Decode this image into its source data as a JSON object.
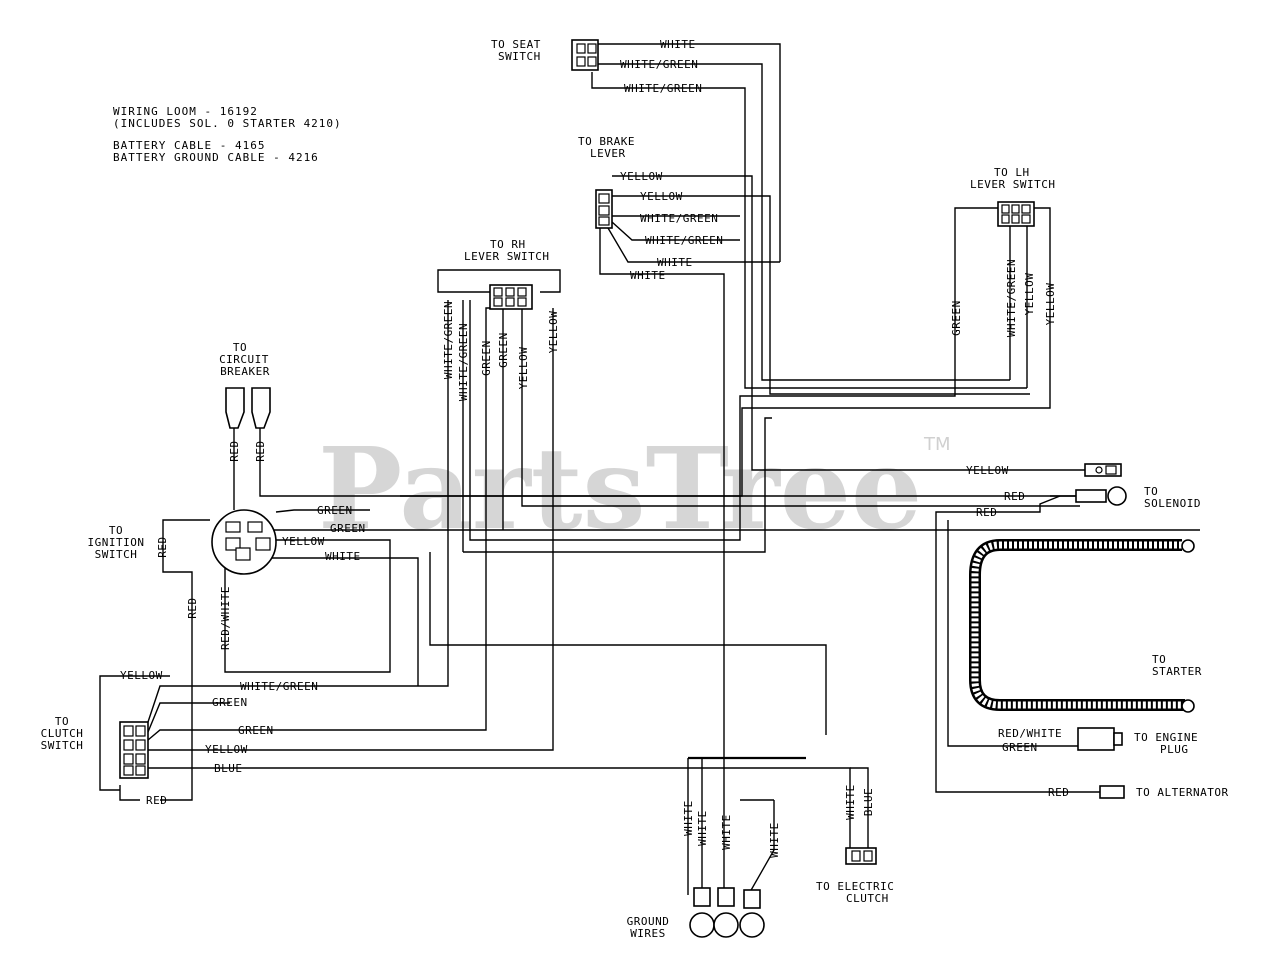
{
  "watermark": {
    "text": "PartsTree",
    "trademark": "TM"
  },
  "notes": [
    "WIRING LOOM - 16192",
    "(INCLUDES SOL. 0 STARTER 4210)",
    "BATTERY CABLE - 4165",
    "BATTERY GROUND CABLE - 4216"
  ],
  "components": {
    "seat_switch": [
      "TO SEAT",
      "SWITCH"
    ],
    "brake_lever": [
      "TO BRAKE",
      "LEVER"
    ],
    "lh_lever_switch": [
      "TO LH",
      "LEVER SWITCH"
    ],
    "rh_lever_switch": [
      "TO RH",
      "LEVER SWITCH"
    ],
    "circuit_breaker": [
      "TO",
      "CIRCUIT",
      "BREAKER"
    ],
    "ignition_switch": [
      "TO",
      "IGNITION",
      "SWITCH"
    ],
    "clutch_switch": [
      "TO",
      "CLUTCH",
      "SWITCH"
    ],
    "solenoid": [
      "TO",
      "SOLENOID"
    ],
    "starter": [
      "TO",
      "STARTER"
    ],
    "engine_plug": [
      "TO ENGINE",
      "PLUG"
    ],
    "alternator": "TO ALTERNATOR",
    "electric_clutch": [
      "TO ELECTRIC",
      "CLUTCH"
    ],
    "ground_wires": [
      "GROUND",
      "WIRES"
    ]
  },
  "wire_labels": {
    "seat_white": "WHITE",
    "seat_white_green_1": "WHITE/GREEN",
    "seat_white_green_2": "WHITE/GREEN",
    "brake_yellow_1": "YELLOW",
    "brake_yellow_2": "YELLOW",
    "brake_white_green_1": "WHITE/GREEN",
    "brake_white_green_2": "WHITE/GREEN",
    "brake_white_1": "WHITE",
    "brake_white_2": "WHITE",
    "lh_green": "GREEN",
    "lh_white_green": "WHITE/GREEN",
    "lh_yellow_1": "YELLOW",
    "lh_yellow_2": "YELLOW",
    "rh_white_green_1": "WHITE/GREEN",
    "rh_white_green_2": "WHITE/GREEN",
    "rh_green": "GREEN",
    "rh_green_2": "GREEN",
    "rh_yellow_1": "YELLOW",
    "rh_yellow_2": "YELLOW",
    "cb_red_1": "RED",
    "cb_red_2": "RED",
    "ign_green_1": "GREEN",
    "ign_green_2": "GREEN",
    "ign_yellow": "YELLOW",
    "ign_white": "WHITE",
    "ign_red": "RED",
    "ign_red_white": "RED/WHITE",
    "ign_red_2": "RED",
    "clutch_yellow_1": "YELLOW",
    "clutch_white_green": "WHITE/GREEN",
    "clutch_green_1": "GREEN",
    "clutch_green_2": "GREEN",
    "clutch_yellow_2": "YELLOW",
    "clutch_blue": "BLUE",
    "clutch_red": "RED",
    "main_yellow": "YELLOW",
    "solenoid_red": "RED",
    "red_main": "RED",
    "engine_red_white": "RED/WHITE",
    "engine_green": "GREEN",
    "alt_red": "RED",
    "eclutch_white": "WHITE",
    "eclutch_blue": "BLUE",
    "gnd_white_1": "WHITE",
    "gnd_white_2": "WHITE",
    "gnd_white_3": "WHITE",
    "gnd_white_4": "WHITE"
  }
}
